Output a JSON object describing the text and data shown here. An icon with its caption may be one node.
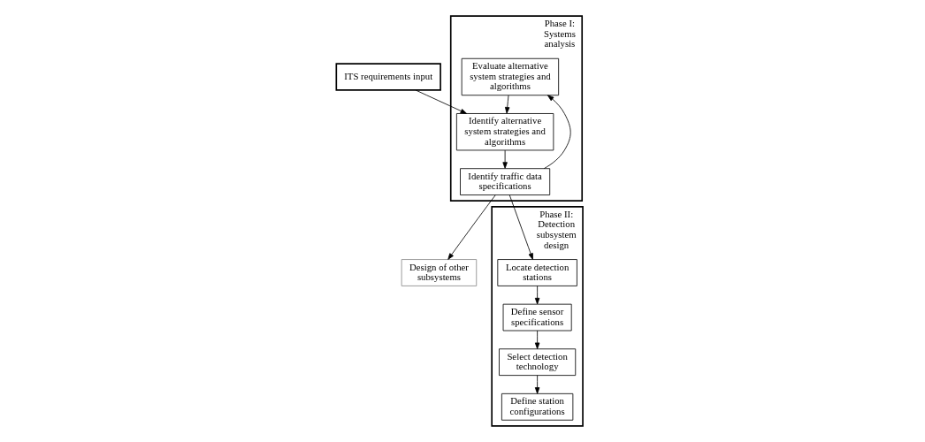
{
  "diagram": {
    "nodes": [
      {
        "text": [
          "ITS requirements input"
        ]
      },
      {
        "text": [
          "Phase I: Systems analysis"
        ]
      },
      {
        "text": [
          "Evaluate alternative system strategies and algorithms"
        ],
        "in": 1
      },
      {
        "text": [
          "Identify alternative system strategies and algorithms"
        ],
        "in": 1
      },
      {
        "text": [
          "Identify traffic data specifications"
        ],
        "in": 1
      },
      {
        "text": [
          "Design of other subsystems"
        ]
      },
      {
        "text": [
          "Phase II: Detection subsystem design"
        ]
      },
      {
        "text": [
          "Locate detection stations"
        ],
        "in": 6
      },
      {
        "text": [
          "Define sensor specifications"
        ],
        "in": 6
      },
      {
        "text": [
          "Select detection technology"
        ],
        "in": 6
      },
      {
        "text": [
          "Define station configurations"
        ],
        "in": 6
      }
    ],
    "edges": [
      {
        "from": 0,
        "to": 3,
        "arrow": "to"
      },
      {
        "from": 3,
        "to": 4,
        "arrow": "to"
      },
      {
        "from": 2,
        "to": 3,
        "arrow": "to"
      },
      {
        "from": 4,
        "to": 2,
        "arrow": "to"
      },
      {
        "from": 4,
        "to": 5,
        "arrow": "to"
      },
      {
        "from": 4,
        "to": 7,
        "arrow": "to"
      },
      {
        "from": 7,
        "to": 8,
        "arrow": "to"
      },
      {
        "from": 8,
        "to": 9,
        "arrow": "to"
      },
      {
        "from": 9,
        "to": 10,
        "arrow": "to"
      }
    ]
  }
}
